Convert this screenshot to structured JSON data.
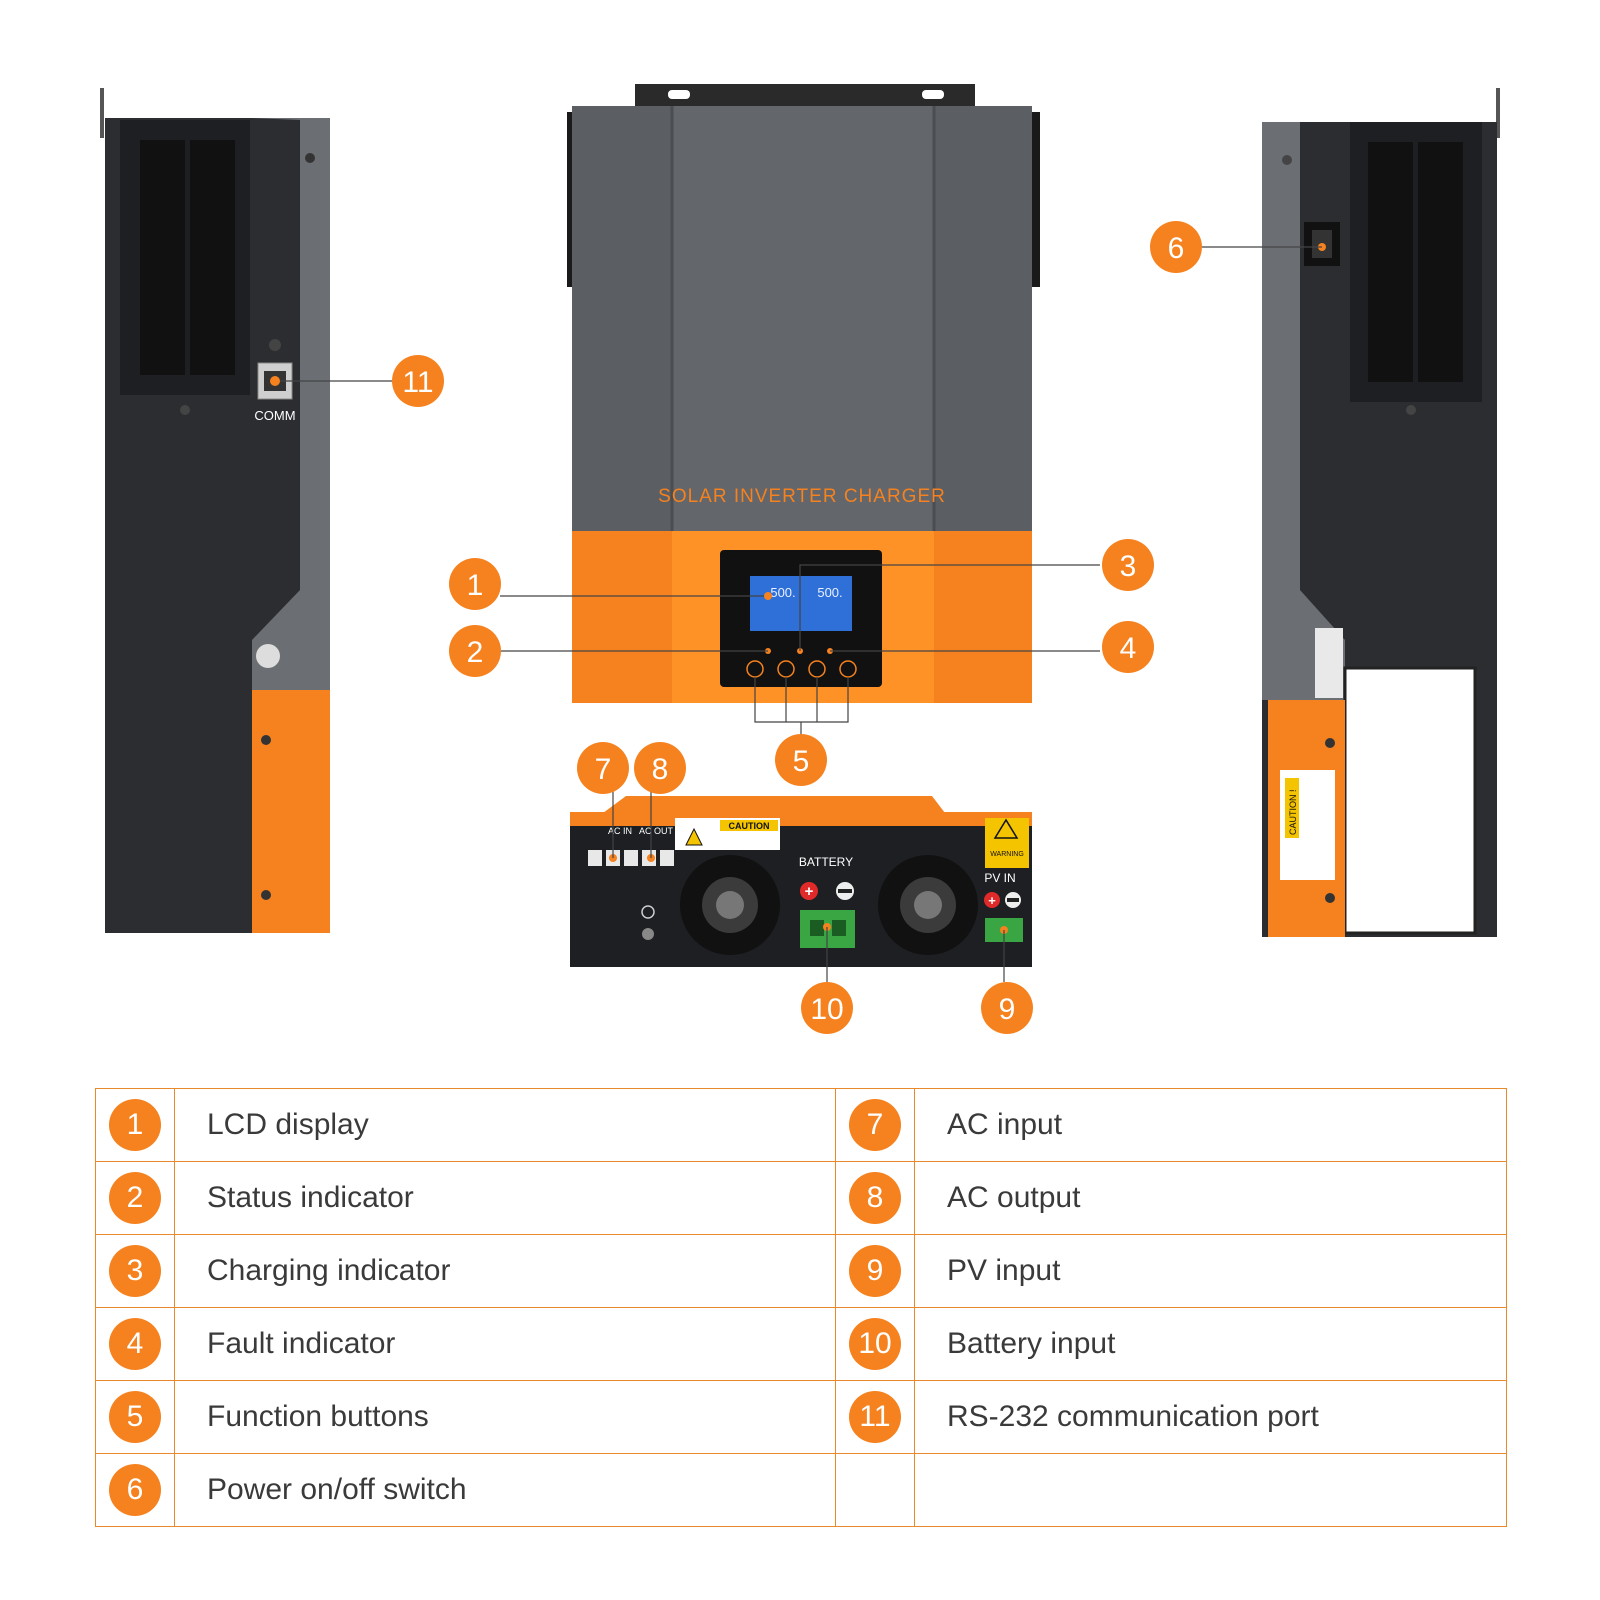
{
  "product": {
    "front_label": "SOLAR INVERTER CHARGER",
    "comm_label": "COMM",
    "lcd_left_value": "500.",
    "lcd_right_value": "500.",
    "battery_label": "BATTERY",
    "pv_label": "PV  IN",
    "ac_in_label": "AC  IN",
    "ac_out_label": "AC OUT",
    "caution_label": "CAUTION",
    "warning_label": "WARNING",
    "side_caution_label": "CAUTION !"
  },
  "callouts": [
    {
      "n": "1"
    },
    {
      "n": "2"
    },
    {
      "n": "3"
    },
    {
      "n": "4"
    },
    {
      "n": "5"
    },
    {
      "n": "6"
    },
    {
      "n": "7"
    },
    {
      "n": "8"
    },
    {
      "n": "9"
    },
    {
      "n": "10"
    },
    {
      "n": "11"
    }
  ],
  "legend": {
    "rows": [
      {
        "ln": "1",
        "lt": "LCD display",
        "rn": "7",
        "rt": "AC input"
      },
      {
        "ln": "2",
        "lt": "Status indicator",
        "rn": "8",
        "rt": "AC output"
      },
      {
        "ln": "3",
        "lt": "Charging indicator",
        "rn": "9",
        "rt": "PV input"
      },
      {
        "ln": "4",
        "lt": "Fault indicator",
        "rn": "10",
        "rt": "Battery input"
      },
      {
        "ln": "5",
        "lt": "Function buttons",
        "rn": "11",
        "rt": "RS-232 communication port"
      },
      {
        "ln": "6",
        "lt": "Power on/off switch",
        "rn": "",
        "rt": ""
      }
    ]
  },
  "colors": {
    "accent": "#f5821f",
    "body_dark": "#2b2d31",
    "body_grey": "#5b5e63",
    "lcd_blue": "#2f6fd8",
    "terminal_green": "#3aa543"
  }
}
